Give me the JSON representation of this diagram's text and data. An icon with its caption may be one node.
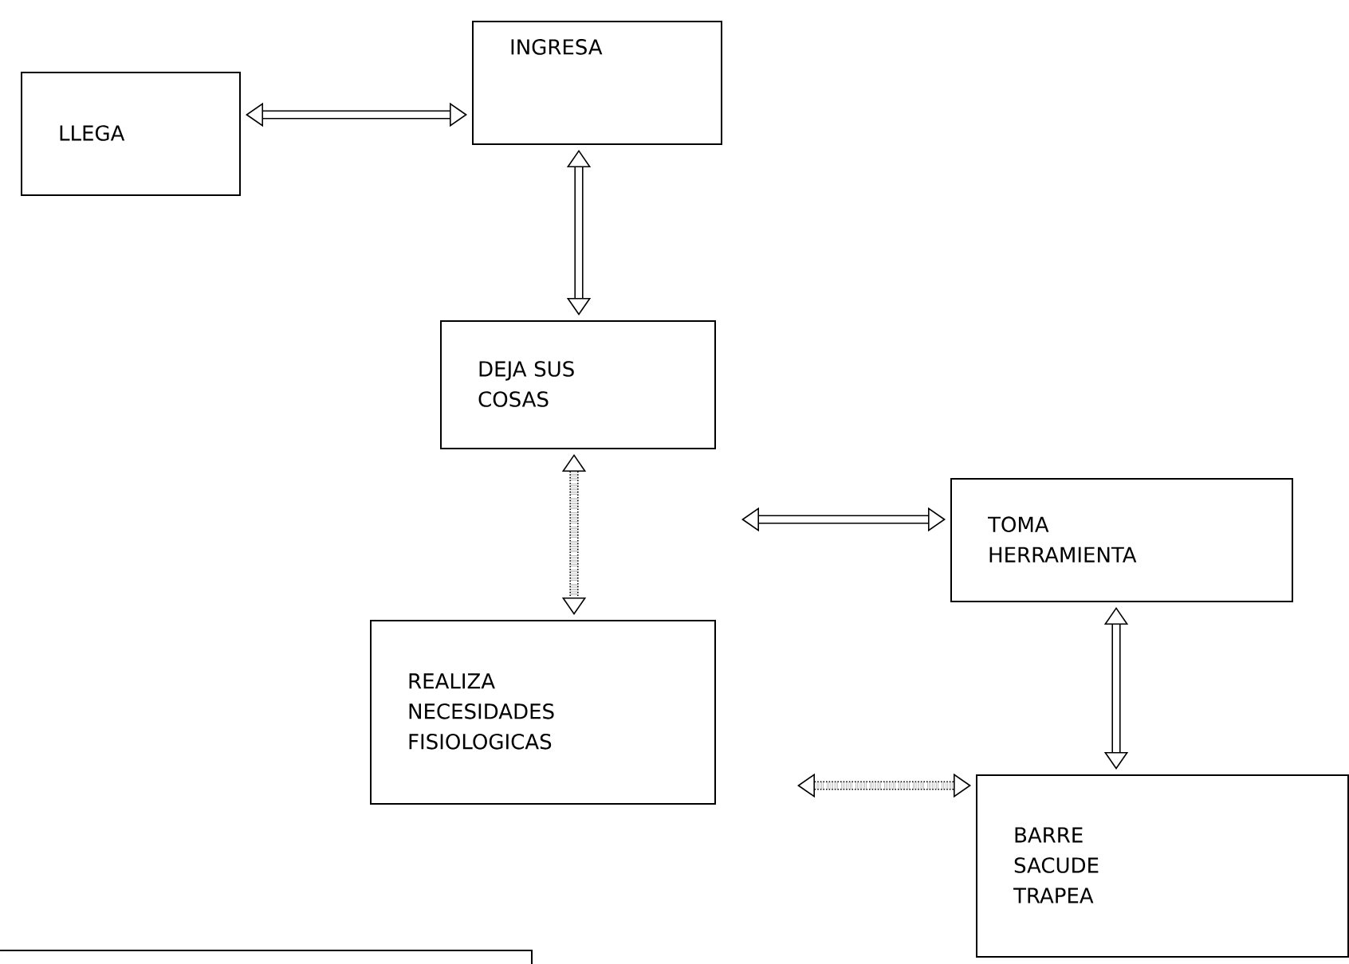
{
  "diagram": {
    "nodes": [
      {
        "text": [
          "LLEGA"
        ]
      },
      {
        "text": [
          "INGRESA"
        ]
      },
      {
        "text": [
          "DEJA SUS COSAS"
        ]
      },
      {
        "text": [
          "REALIZA NECESIDADES FISIOLOGICAS"
        ]
      },
      {
        "text": [
          "TOMA HERRAMIENTA"
        ]
      },
      {
        "text": [
          "BARRE SACUDE TRAPEA"
        ]
      },
      {
        "text": [],
        "shape": "box"
      }
    ],
    "edges": [
      {
        "from": 0,
        "to": 1,
        "arrow": "both"
      },
      {
        "from": 1,
        "to": 2,
        "arrow": "both"
      },
      {
        "from": 2,
        "to": 3,
        "arrow": "both",
        "style": "dashed"
      },
      {
        "from": null,
        "to": 4,
        "arrow": "both"
      },
      {
        "from": 4,
        "to": 5,
        "arrow": "both"
      },
      {
        "from": null,
        "to": 5,
        "arrow": "both",
        "style": "dashed"
      }
    ]
  }
}
